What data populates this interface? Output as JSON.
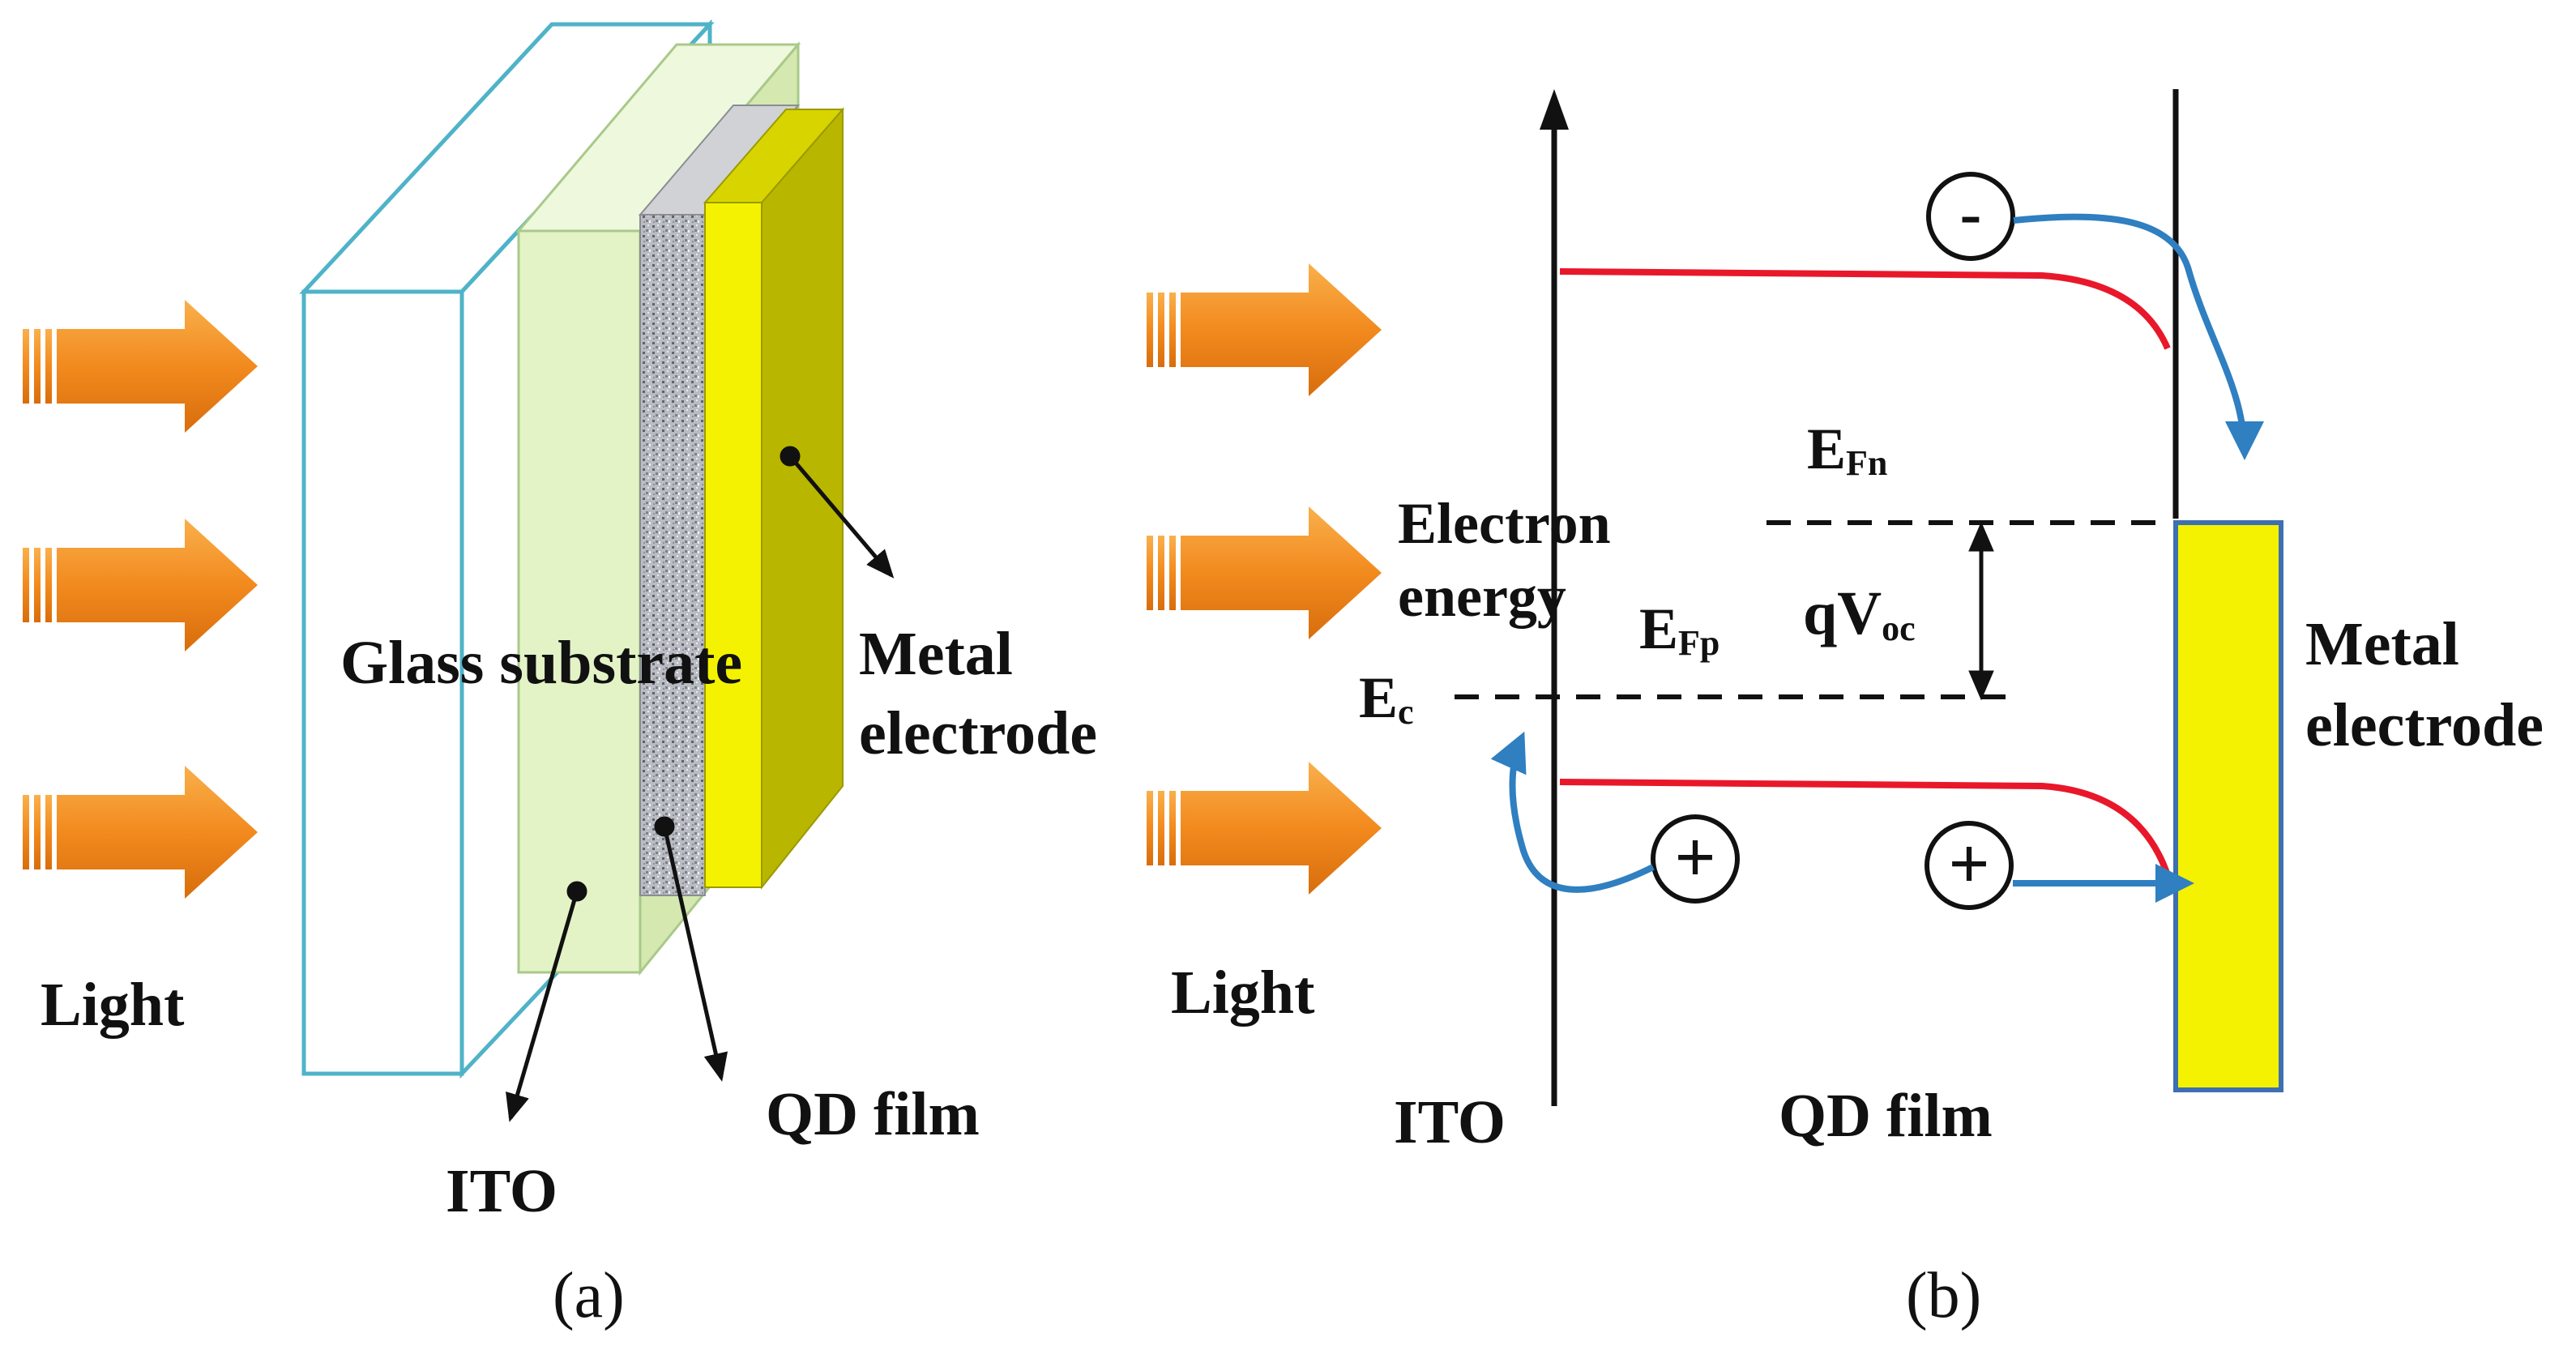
{
  "panel_a": {
    "light_label": "Light",
    "glass_label": "Glass substrate",
    "metal_label_line1": "Metal",
    "metal_label_line2": "electrode",
    "ito_label": "ITO",
    "qd_label": "QD film",
    "caption": "(a)"
  },
  "panel_b": {
    "light_label": "Light",
    "electron_energy_line1": "Electron",
    "electron_energy_line2": "energy",
    "efn_main": "E",
    "efn_sub": "Fn",
    "efp_main": "E",
    "efp_sub": "Fp",
    "ec_main": "E",
    "ec_sub": "c",
    "qvoc_main": "qV",
    "qvoc_sub": "oc",
    "minus_symbol": "-",
    "plus_symbol": "+",
    "metal_label_line1": "Metal",
    "metal_label_line2": "electrode",
    "ito_label": "ITO",
    "qd_label": "QD film",
    "caption": "(b)"
  },
  "colors": {
    "arrow_orange": "#f28a1e",
    "glass_outline": "#4fb3c8",
    "ito_green": "#e3f3c6",
    "metal_yellow": "#f4f200",
    "band_red": "#e8182a",
    "carrier_blue": "#2f7fc1",
    "electrode_outline": "#3e6fb0"
  }
}
